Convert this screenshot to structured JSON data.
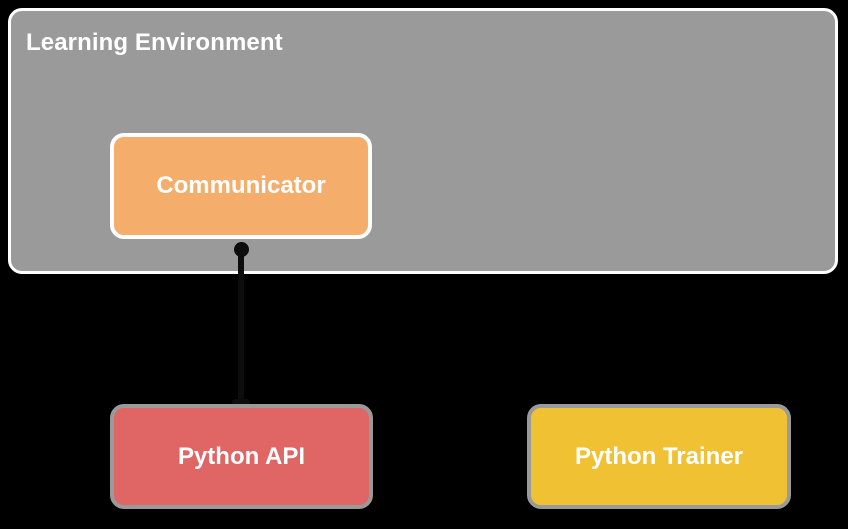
{
  "diagram": {
    "title": "Learning Environment",
    "background_color": "#000000",
    "container": {
      "label": "Learning Environment",
      "fill_color": "#9a9a9a",
      "border_color": "#ffffff"
    },
    "nodes": [
      {
        "id": "communicator",
        "label": "Communicator",
        "fill_color": "#f4ad6a",
        "border_color": "#ffffff",
        "text_color": "#ffffff"
      },
      {
        "id": "python-api",
        "label": "Python API",
        "fill_color": "#e06565",
        "border_color": "#9a9a9a",
        "text_color": "#ffffff"
      },
      {
        "id": "python-trainer",
        "label": "Python Trainer",
        "fill_color": "#efc133",
        "border_color": "#9a9a9a",
        "text_color": "#ffffff"
      }
    ],
    "connections": [
      {
        "id": "communicator-to-python-api",
        "from": "communicator",
        "to": "python-api",
        "color": "#0d0d0d",
        "style": "ball-and-stick"
      }
    ]
  }
}
